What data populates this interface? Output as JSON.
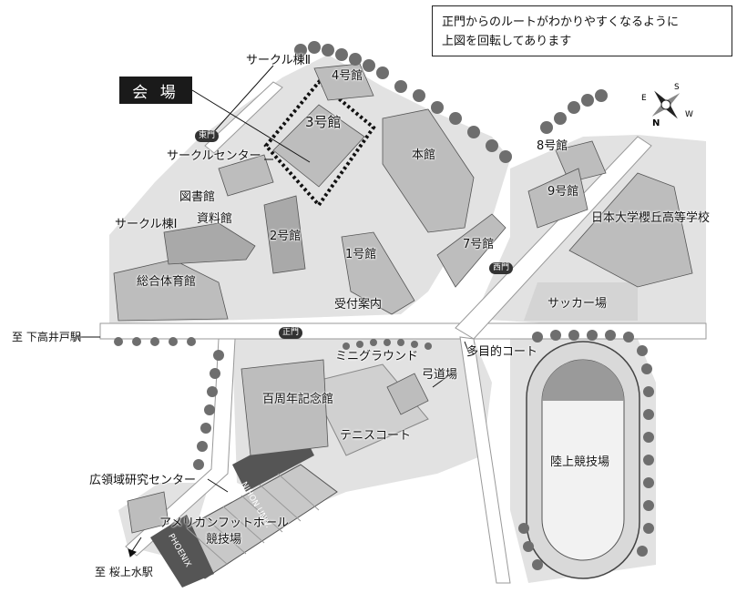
{
  "note": {
    "line1": "正門からのルートがわかりやすくなるように",
    "line2": "上図を回転してあります"
  },
  "venue_label": "会 場",
  "compass": {
    "n": "N",
    "e": "E",
    "s": "S",
    "w": "W"
  },
  "gates": {
    "east": "東門",
    "main": "正門",
    "west": "西門"
  },
  "places": {
    "circle_bldg_2": "サークル棟Ⅱ",
    "bldg_4": "4号館",
    "bldg_3": "3号館",
    "main_bldg": "本館",
    "circle_center": "サークルセンター",
    "library": "図書館",
    "archives": "資料館",
    "circle_bldg_1": "サークル棟Ⅰ",
    "bldg_2": "2号館",
    "bldg_1": "1号館",
    "gym": "総合体育館",
    "reception": "受付案内",
    "bldg_7": "7号館",
    "bldg_8": "8号館",
    "bldg_9": "9号館",
    "high_school": "日本大学櫻丘高等学校",
    "soccer": "サッカー場",
    "mini_ground": "ミニグラウンド",
    "multi_court": "多目的コート",
    "archery": "弓道場",
    "centennial": "百周年記念館",
    "tennis": "テニスコート",
    "track": "陸上競技場",
    "research_center": "広領域研究センター",
    "football_line1": "アメリカンフットボール",
    "football_line2": "競技場",
    "shimotakaido": "至 下高井戸駅",
    "sakurajosui": "至 桜上水駅",
    "stand_text_1": "NIHON UNIV.",
    "stand_text_2": "PHOENIX"
  },
  "colors": {
    "ground": "#e2e2e2",
    "road": "#ffffff",
    "building_top": "#bdbdbd",
    "building_side": "#8f8f8f",
    "tree": "#6e6e6e",
    "track_field": "#9a9a9a"
  }
}
